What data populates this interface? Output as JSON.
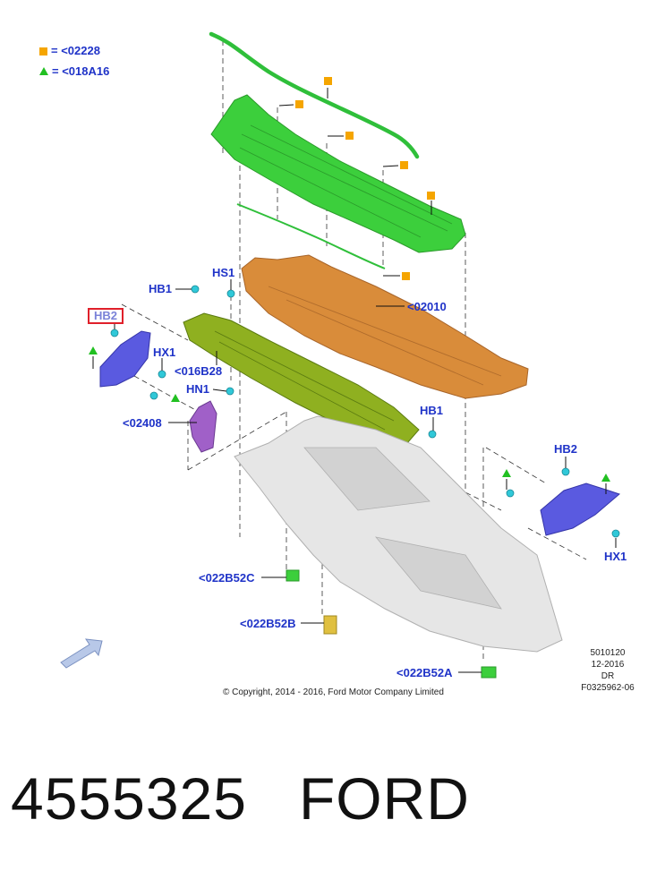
{
  "legend": {
    "square_label": "= <02228",
    "triangle_label": "= <018A16"
  },
  "callouts": {
    "hb2_left": "HB2",
    "hb1_left": "HB1",
    "hs1": "HS1",
    "hx1_left": "HX1",
    "p016b28": "<016B28",
    "hn1": "HN1",
    "p02010": "<02010",
    "p02408": "<02408",
    "hb1_right": "HB1",
    "hb2_right": "HB2",
    "hx1_right": "HX1",
    "p022b52c": "<022B52C",
    "p022b52b": "<022B52B",
    "p022b52a": "<022B52A"
  },
  "meta": {
    "code": "5010120",
    "date": "12-2016",
    "region": "DR",
    "figure": "F0325962-06"
  },
  "copyright": "© Copyright, 2014 - 2016, Ford Motor Company Limited",
  "part_caption": "4555325   FORD",
  "colors": {
    "label_blue": "#1f33c8",
    "square_marker": "#f5a500",
    "triangle_marker": "#22c022",
    "highlight_border": "#e0202a",
    "cowl_green": "#3ccf3c",
    "seal_green": "#2fbf3a",
    "panel_orange": "#d98c3a",
    "reinforcement_olive": "#8fb020",
    "bracket_blue": "#5a5ae0",
    "bracket_purple": "#a060c8",
    "dash_gray": "#d8d8d8",
    "clip_cyan": "#30c8d8"
  }
}
